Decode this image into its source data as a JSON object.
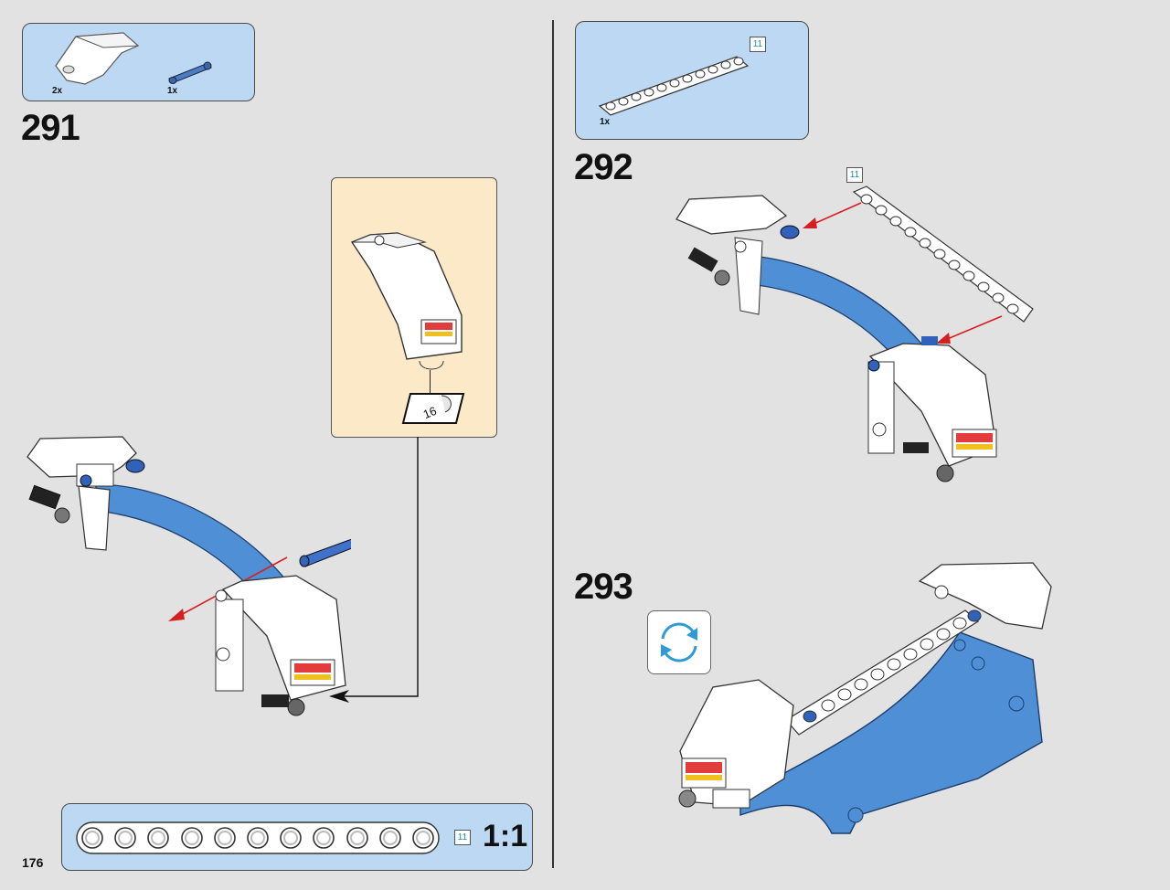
{
  "page": {
    "number": "176"
  },
  "steps": [
    {
      "number": "291",
      "parts": [
        {
          "qty": "2x",
          "icon": "white-curved-panel-icon"
        },
        {
          "qty": "1x",
          "icon": "blue-axle-pin-icon"
        }
      ]
    },
    {
      "number": "292",
      "parts": [
        {
          "qty": "1x",
          "icon": "white-beam-11-icon",
          "length": "11"
        }
      ],
      "length_badge": "11"
    },
    {
      "number": "293"
    }
  ],
  "callout": {
    "sticker_number": "16"
  },
  "scale": {
    "label": "1:1",
    "length": "11"
  },
  "colors": {
    "part_box": "#bcd8f2",
    "callout": "#fbe9c8",
    "beam_blue": "#4f8fd6",
    "arrow_red": "#d62020",
    "background": "#e2e2e2"
  }
}
